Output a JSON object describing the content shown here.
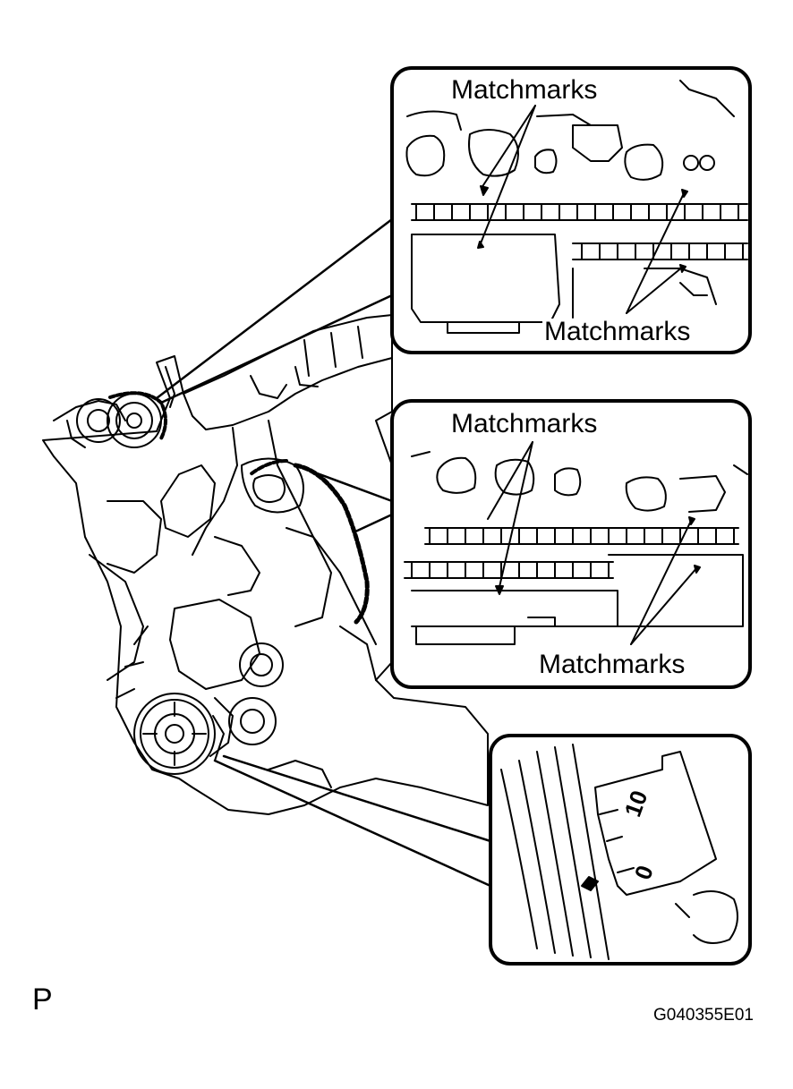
{
  "callouts": {
    "top_upper_label": "Matchmarks",
    "top_lower_label": "Matchmarks",
    "middle_upper_label": "Matchmarks",
    "middle_lower_label": "Matchmarks",
    "timing_mark_0": "0",
    "timing_mark_10": "10"
  },
  "view_letter": "P",
  "figure_code": "G040355E01"
}
